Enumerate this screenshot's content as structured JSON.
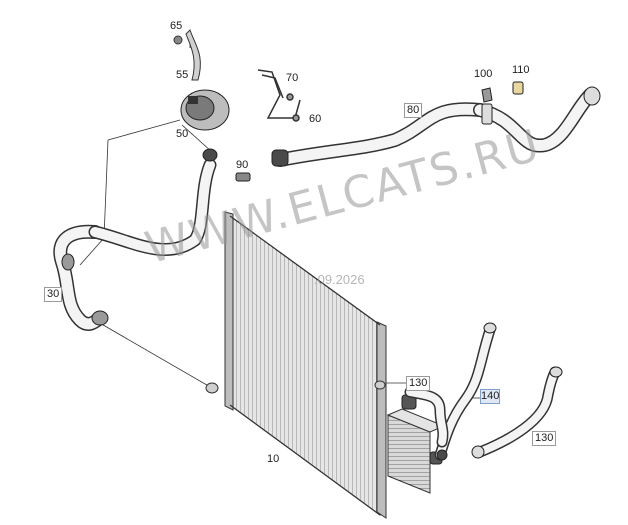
{
  "parts": [
    {
      "id": "p65",
      "number": "65",
      "style": "plain"
    },
    {
      "id": "p55",
      "number": "55",
      "style": "plain"
    },
    {
      "id": "p50",
      "number": "50",
      "style": "plain"
    },
    {
      "id": "p70",
      "number": "70",
      "style": "plain"
    },
    {
      "id": "p60",
      "number": "60",
      "style": "plain"
    },
    {
      "id": "p90",
      "number": "90",
      "style": "plain"
    },
    {
      "id": "p100",
      "number": "100",
      "style": "plain"
    },
    {
      "id": "p110",
      "number": "110",
      "style": "plain"
    },
    {
      "id": "p80",
      "number": "80",
      "style": "boxed"
    },
    {
      "id": "p30",
      "number": "30",
      "style": "boxed"
    },
    {
      "id": "p10",
      "number": "10",
      "style": "plain"
    },
    {
      "id": "p130a",
      "number": "130",
      "style": "boxed"
    },
    {
      "id": "p140",
      "number": "140",
      "style": "highlight"
    },
    {
      "id": "p130b",
      "number": "130",
      "style": "boxed"
    }
  ],
  "watermark": {
    "text": "WWW.ELCATS.RU",
    "date": ".09.2026"
  },
  "colors": {
    "line": "#3a3a3a",
    "fill_light": "#f2f2f2",
    "fill_mid": "#cfcfcf",
    "fill_dark": "#555555",
    "highlight": "#dfe9f6"
  }
}
